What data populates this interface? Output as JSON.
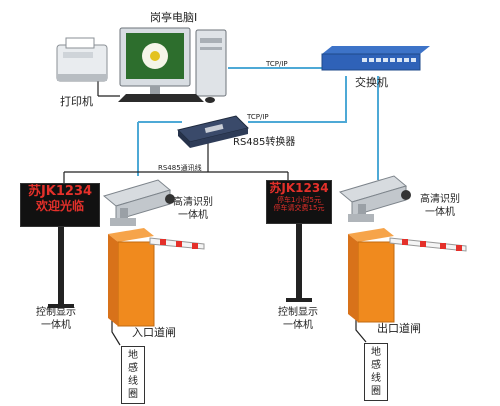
{
  "labels": {
    "booth_pc": "岗亭电脑I",
    "printer": "打印机",
    "switch": "交换机",
    "tcpip_top": "TCP/IP",
    "tcpip_mid": "TCP/IP",
    "rs485_converter": "RS485转换器",
    "rs485_line": "RS485通讯线",
    "camera_left": [
      "高清识别",
      "一体机"
    ],
    "camera_right": [
      "高清识别",
      "一体机"
    ],
    "display_left": [
      "控制显示",
      "一体机"
    ],
    "display_right": [
      "控制显示",
      "一体机"
    ],
    "entry_gate": "入口道闸",
    "exit_gate": "出口道闸",
    "coil_left": [
      "地",
      "感",
      "线",
      "圈"
    ],
    "coil_right": [
      "地",
      "感",
      "线",
      "圈"
    ]
  },
  "led_left": {
    "line1": "苏JK1234",
    "line2": "欢迎光临"
  },
  "led_right": {
    "line1": "苏JK1234",
    "line2": "停车1小时5元",
    "line3": "停车请交费15元"
  },
  "colors": {
    "network_line": "#4ea9d6",
    "gate_orange": "#f08a1e",
    "led_red": "#e4302a",
    "switch_blue": "#2f62b8"
  }
}
